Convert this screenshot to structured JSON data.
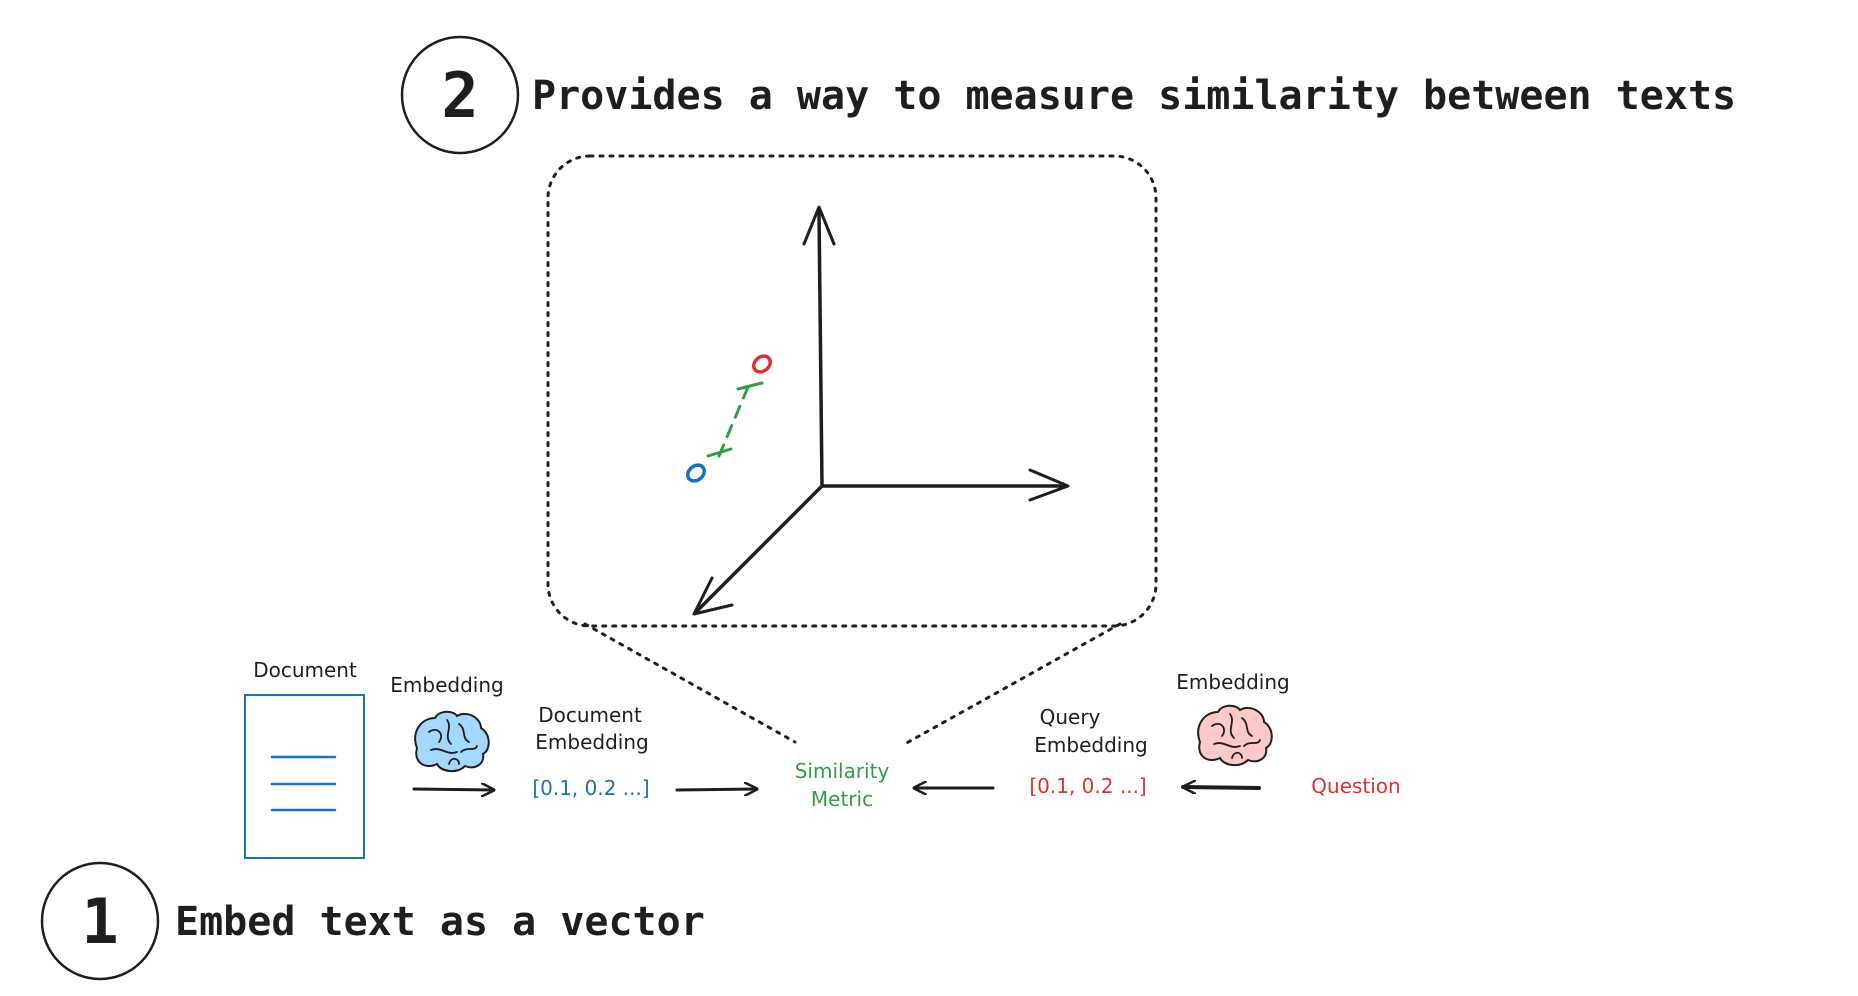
{
  "steps": [
    {
      "number": "1",
      "text": "Embed text as a vector"
    },
    {
      "number": "2",
      "text": "Provides a way to measure similarity between texts"
    }
  ],
  "labels": {
    "document": "Document",
    "embedding_left": "Embedding",
    "document_embedding_line1": "Document",
    "document_embedding_line2": "Embedding",
    "doc_vector": "[0.1, 0.2 ...]",
    "similarity_line1": "Similarity",
    "similarity_line2": "Metric",
    "query_vector": "[0.1, 0.2 ...]",
    "query_embedding_line1": "Query",
    "query_embedding_line2": "Embedding",
    "embedding_right": "Embedding",
    "question": "Question"
  },
  "icons": {
    "document": "document-icon",
    "brain_left": "brain-icon",
    "brain_right": "brain-icon"
  },
  "colors": {
    "ink": "#1e1e1e",
    "blue": "#1971c2",
    "red": "#e03131",
    "green": "#2f9e44",
    "brain_blue": "#a5d8ff",
    "brain_pink": "#ffc9c9"
  }
}
